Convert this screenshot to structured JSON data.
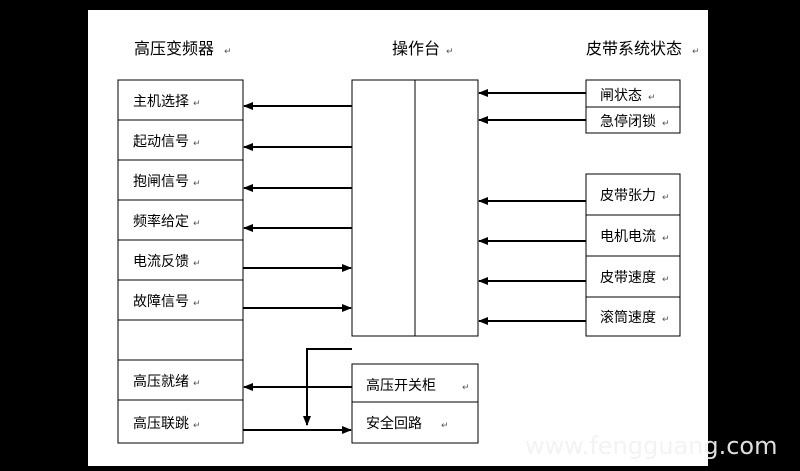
{
  "titles": {
    "left": "高压变频器",
    "center": "操作台",
    "right": "皮带系统状态"
  },
  "left_boxes": [
    "主机选择",
    "起动信号",
    "抱闸信号",
    "频率给定",
    "电流反馈",
    "故障信号",
    "",
    "高压就绪",
    "高压联跳"
  ],
  "right_boxes_top": [
    "闸状态",
    "急停闭锁"
  ],
  "right_boxes_bottom": [
    "皮带张力",
    "电机电流",
    "皮带速度",
    "滚筒速度"
  ],
  "center_boxes": [
    "高压开关柜",
    "安全回路"
  ],
  "paragraph_mark": "↵",
  "watermark": "www.fengguang.com"
}
